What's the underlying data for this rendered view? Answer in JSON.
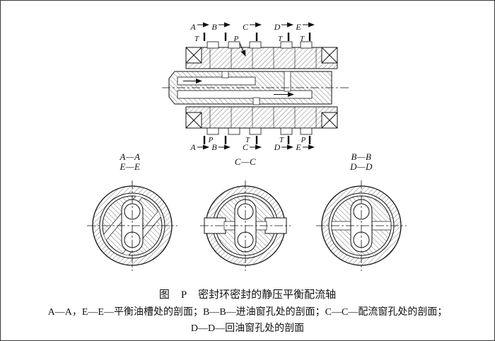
{
  "colors": {
    "background": "#ffffff",
    "line": "#111111"
  },
  "main_view": {
    "top_markers": [
      {
        "label": "A"
      },
      {
        "label": "B"
      },
      {
        "label": "C"
      },
      {
        "label": "D"
      },
      {
        "label": "E"
      }
    ],
    "bottom_markers": [
      {
        "label": "A"
      },
      {
        "label": "B"
      },
      {
        "label": "C"
      },
      {
        "label": "D"
      },
      {
        "label": "E"
      }
    ],
    "top_ports": [
      {
        "label": "T"
      },
      {
        "label": "P"
      },
      {
        "label": "T"
      },
      {
        "label": "T"
      }
    ],
    "bottom_ports": [
      {
        "label": "P"
      },
      {
        "label": "T"
      },
      {
        "label": "T"
      },
      {
        "label": "P"
      }
    ]
  },
  "section_views": [
    {
      "labels": [
        "A—A",
        "E—E"
      ]
    },
    {
      "labels": [
        "C—C"
      ]
    },
    {
      "labels": [
        "B—B",
        "D—D"
      ]
    }
  ],
  "caption": {
    "fig": "图",
    "letter": "P",
    "title": "密封环密封的静压平衡配流轴"
  },
  "notes": {
    "line1": "A—A，E—E—平衡油槽处的剖面；B—B—进油窗孔处的剖面；C—C—配流窗孔处的剖面；",
    "line2": "D—D—回油窗孔处的剖面"
  }
}
